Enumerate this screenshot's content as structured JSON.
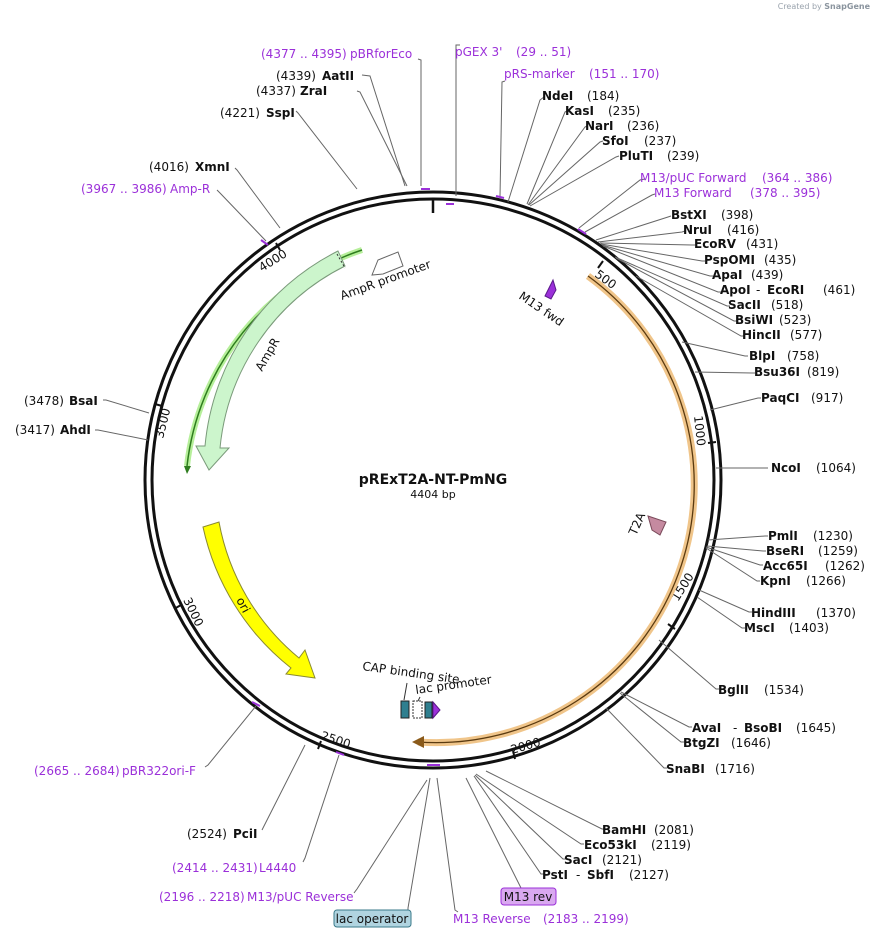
{
  "credit": {
    "prefix": "Created by",
    "brand": "SnapGene"
  },
  "plasmid": {
    "name": "pRExT2A-NT-PmNG",
    "length_label": "4404 bp",
    "length": 4404
  },
  "colors": {
    "backbone": "#111111",
    "primer": "#9b30d9",
    "t2a_feature": "#f0c58a",
    "ampr": "#ccf5cc",
    "ampr_dark": "#2e7d1e",
    "ori": "#ffff00",
    "t2a_arrow": "#c58aa0",
    "m13_arrow": "#9b30d9",
    "cap": "#2f7f8f",
    "lac_operator_badge": "#b0d4e0",
    "m13_rev_badge": "#d9a8f0"
  },
  "ticks": [
    {
      "pos": 500,
      "label": "500"
    },
    {
      "pos": 1000,
      "label": "1000"
    },
    {
      "pos": 1500,
      "label": "1500"
    },
    {
      "pos": 2000,
      "label": "2000"
    },
    {
      "pos": 2500,
      "label": "2500"
    },
    {
      "pos": 3000,
      "label": "3000"
    },
    {
      "pos": 3500,
      "label": "3500"
    },
    {
      "pos": 4000,
      "label": "4000"
    }
  ],
  "features": [
    {
      "name": "AmpR promoter",
      "start": 4050,
      "end": 4154,
      "label": "AmpR promoter"
    },
    {
      "name": "AmpR",
      "start": 3186,
      "end": 4046,
      "label": "AmpR"
    },
    {
      "name": "ori",
      "start": 2417,
      "end": 3005,
      "label": "ori"
    },
    {
      "name": "T2A",
      "label": "T2A"
    },
    {
      "name": "M13 fwd",
      "label": "M13 fwd"
    },
    {
      "name": "CAP binding site",
      "label": "CAP binding site"
    },
    {
      "name": "lac promoter",
      "label": "lac promoter"
    }
  ],
  "enzymes": [
    {
      "name": "NdeI",
      "pos": "(184)"
    },
    {
      "name": "KasI",
      "pos": "(235)"
    },
    {
      "name": "NarI",
      "pos": "(236)"
    },
    {
      "name": "SfoI",
      "pos": "(237)"
    },
    {
      "name": "PluTI",
      "pos": "(239)"
    },
    {
      "name": "BstXI",
      "pos": "(398)"
    },
    {
      "name": "NruI",
      "pos": "(416)"
    },
    {
      "name": "EcoRV",
      "pos": "(431)"
    },
    {
      "name": "PspOMI",
      "pos": "(435)"
    },
    {
      "name": "ApaI",
      "pos": "(439)"
    },
    {
      "name": "ApoI",
      "name2": "EcoRI",
      "pos": "(461)"
    },
    {
      "name": "SacII",
      "pos": "(518)"
    },
    {
      "name": "BsiWI",
      "pos": "(523)"
    },
    {
      "name": "HincII",
      "pos": "(577)"
    },
    {
      "name": "BlpI",
      "pos": "(758)"
    },
    {
      "name": "Bsu36I",
      "pos": "(819)"
    },
    {
      "name": "PaqCI",
      "pos": "(917)"
    },
    {
      "name": "NcoI",
      "pos": "(1064)"
    },
    {
      "name": "PmlI",
      "pos": "(1230)"
    },
    {
      "name": "BseRI",
      "pos": "(1259)"
    },
    {
      "name": "Acc65I",
      "pos": "(1262)"
    },
    {
      "name": "KpnI",
      "pos": "(1266)"
    },
    {
      "name": "HindIII",
      "pos": "(1370)"
    },
    {
      "name": "MscI",
      "pos": "(1403)"
    },
    {
      "name": "BglII",
      "pos": "(1534)"
    },
    {
      "name": "AvaI",
      "name2": "BsoBI",
      "pos": "(1645)"
    },
    {
      "name": "BtgZI",
      "pos": "(1646)"
    },
    {
      "name": "SnaBI",
      "pos": "(1716)"
    },
    {
      "name": "BamHI",
      "pos": "(2081)"
    },
    {
      "name": "Eco53kI",
      "pos": "(2119)"
    },
    {
      "name": "SacI",
      "pos": "(2121)"
    },
    {
      "name": "PstI",
      "name2": "SbfI",
      "pos": "(2127)"
    },
    {
      "name": "PciI",
      "pos": "(2524)"
    },
    {
      "name": "AhdI",
      "pos": "(3417)"
    },
    {
      "name": "BsaI",
      "pos": "(3478)"
    },
    {
      "name": "XmnI",
      "pos": "(4016)"
    },
    {
      "name": "SspI",
      "pos": "(4221)"
    },
    {
      "name": "ZraI",
      "pos": "(4337)"
    },
    {
      "name": "AatII",
      "pos": "(4339)"
    }
  ],
  "primers": [
    {
      "name": "pBRforEco",
      "range": "(4377 .. 4395)"
    },
    {
      "name": "pGEX 3'",
      "range": "(29 .. 51)"
    },
    {
      "name": "pRS-marker",
      "range": "(151 .. 170)"
    },
    {
      "name": "M13/pUC Forward",
      "range": "(364 .. 386)"
    },
    {
      "name": "M13 Forward",
      "range": "(378 .. 395)"
    },
    {
      "name": "Amp-R",
      "range": "(3967 .. 3986)"
    },
    {
      "name": "pBR322ori-F",
      "range": "(2665 .. 2684)"
    },
    {
      "name": "L4440",
      "range": "(2414 .. 2431)"
    },
    {
      "name": "M13/pUC Reverse",
      "range": "(2196 .. 2218)"
    },
    {
      "name": "M13 Reverse",
      "range": "(2183 .. 2199)"
    }
  ],
  "badges": [
    {
      "name": "M13 rev",
      "label": "M13 rev"
    },
    {
      "name": "lac operator",
      "label": "lac operator"
    }
  ]
}
